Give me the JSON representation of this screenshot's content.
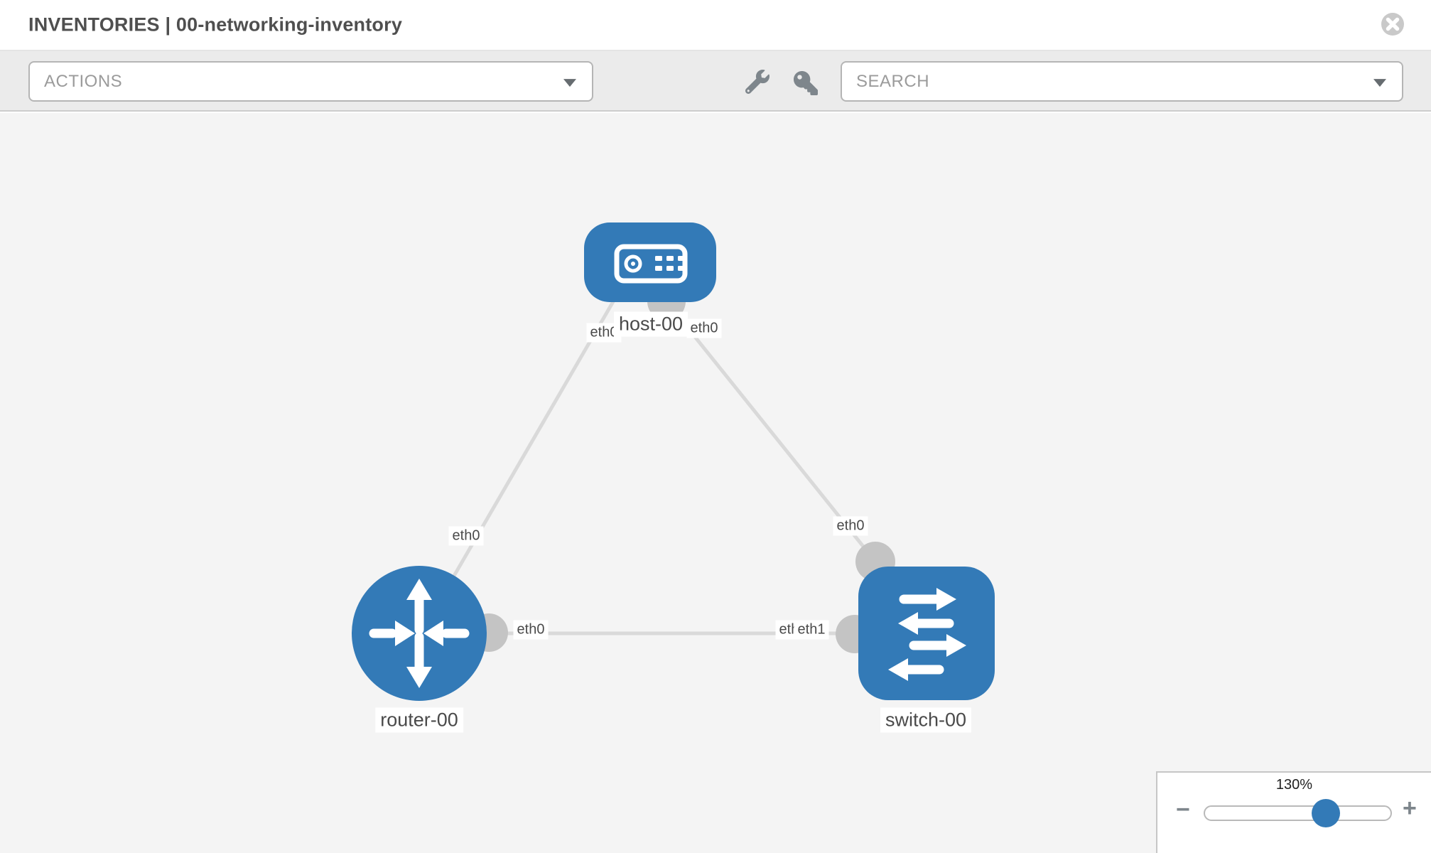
{
  "header": {
    "title": "INVENTORIES | 00-networking-inventory"
  },
  "toolbar": {
    "actions_label": "ACTIONS",
    "search_label": "SEARCH"
  },
  "topology": {
    "nodes": [
      {
        "label": "host-00",
        "type": "host"
      },
      {
        "label": "router-00",
        "type": "router"
      },
      {
        "label": "switch-00",
        "type": "switch"
      }
    ],
    "links": [
      {
        "from": "host-00",
        "from_interface": "eth0",
        "to": "router-00",
        "to_interface": "eth0"
      },
      {
        "from": "host-00",
        "from_interface": "eth0",
        "to": "switch-00",
        "to_interface": "eth0"
      },
      {
        "from": "router-00",
        "from_interface": "eth0",
        "to": "switch-00",
        "to_interface": "eth1"
      }
    ],
    "overlap_label_under": "eth0"
  },
  "zoom_control": {
    "value": "130%",
    "minus_label": "−",
    "plus_label": "+",
    "percent": 130
  },
  "colors": {
    "node_blue": "#337ab7",
    "link_gray": "#d9d9d9",
    "interface_gray": "#c4c4c4",
    "label_text": "#4a4a4a",
    "canvas_bg": "#f4f4f4",
    "toolbar_bg": "#ebebeb",
    "panel_border": "#c6c6c6",
    "icon_gray": "#7e868c",
    "muted_text": "#9b9b9b",
    "title_text": "#4f4f4f",
    "select_border": "#b5b5b5"
  }
}
